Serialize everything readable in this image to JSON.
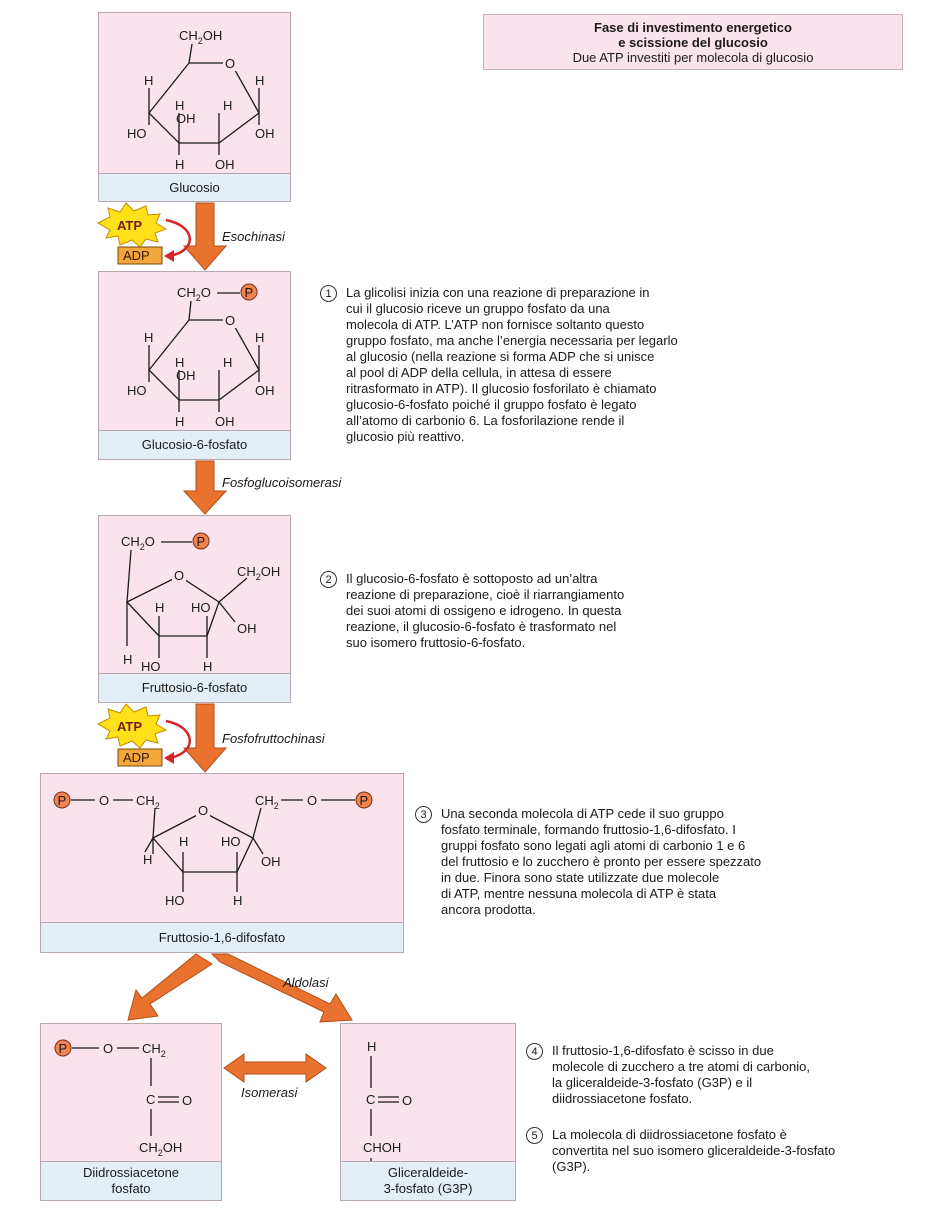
{
  "header": {
    "title_line1": "Fase di investimento energetico",
    "title_line2": "e scissione del glucosio",
    "subtitle": "Due ATP investiti per molecola di glucosio"
  },
  "molecules": {
    "glucose": "Glucosio",
    "g6p": "Glucosio-6-fosfato",
    "f6p": "Fruttosio-6-fosfato",
    "f16bp": "Fruttosio-1,6-difosfato",
    "dhap_line1": "Diidrossiacetone",
    "dhap_line2": "fosfato",
    "g3p_line1": "Gliceraldeide-",
    "g3p_line2": "3-fosfato (G3P)"
  },
  "enzymes": {
    "e1": "Esochinasi",
    "e2": "Fosfoglucoisomerasi",
    "e3": "Fosfofruttochinasi",
    "e4": "Aldolasi",
    "e5": "Isomerasi"
  },
  "cofactors": {
    "atp": "ATP",
    "adp": "ADP",
    "phosphate": "P"
  },
  "atoms": {
    "ch2oh": "CH2OH",
    "ch2o": "CH2O",
    "ch2": "CH2",
    "h": "H",
    "o": "O",
    "oh": "OH",
    "ho": "HO",
    "c": "C",
    "choh": "CHOH",
    "dash_o": "O"
  },
  "steps": [
    {
      "num": "1",
      "text": "La glicolisi inizia con una reazione di preparazione in\ncui il glucosio riceve un gruppo fosfato da una\nmolecola di ATP. L’ATP non fornisce soltanto questo\ngruppo fosfato, ma anche l’energia necessaria per legarlo\nal glucosio (nella reazione si forma ADP che si unisce\nal pool di ADP della cellula, in attesa di essere\nritrasformato in ATP). Il glucosio fosforilato è chiamato\nglucosio-6-fosfato poiché il gruppo fosfato è legato\nall’atomo di carbonio 6. La fosforilazione rende il\nglucosio più reattivo."
    },
    {
      "num": "2",
      "text": "Il glucosio-6-fosfato è sottoposto ad un’altra\nreazione di preparazione, cioè il riarrangiamento\ndei suoi atomi di ossigeno e idrogeno. In questa\nreazione, il glucosio-6-fosfato è trasformato nel\nsuo isomero fruttosio-6-fosfato."
    },
    {
      "num": "3",
      "text": "Una seconda molecola di ATP cede il suo gruppo\nfosfato terminale, formando fruttosio-1,6-difosfato. I\ngruppi fosfato sono legati agli atomi di carbonio 1 e 6\ndel fruttosio e lo zucchero è pronto per essere spezzato\nin due. Finora sono state utilizzate due molecole\ndi ATP, mentre nessuna molecola di ATP è stata\nancora prodotta."
    },
    {
      "num": "4",
      "text": "Il fruttosio-1,6-difosfato è scisso in due\nmolecole di zucchero a tre atomi di carbonio,\nla gliceraldeide-3-fosfato (G3P) e il\ndiidrossiacetone fosfato."
    },
    {
      "num": "5",
      "text": "La molecola di diidrossiacetone fosfato è\nconvertita nel suo isomero gliceraldeide-3-fosfato\n(G3P)."
    }
  ],
  "colors": {
    "box": "#fbe3ee",
    "caption": "#e3eef6",
    "arrow": "#e8722e",
    "atp_star": "#ffe11a",
    "adp": "#f3a63a",
    "phosphate": "#f0834f",
    "red_arrow": "#d8232a"
  }
}
